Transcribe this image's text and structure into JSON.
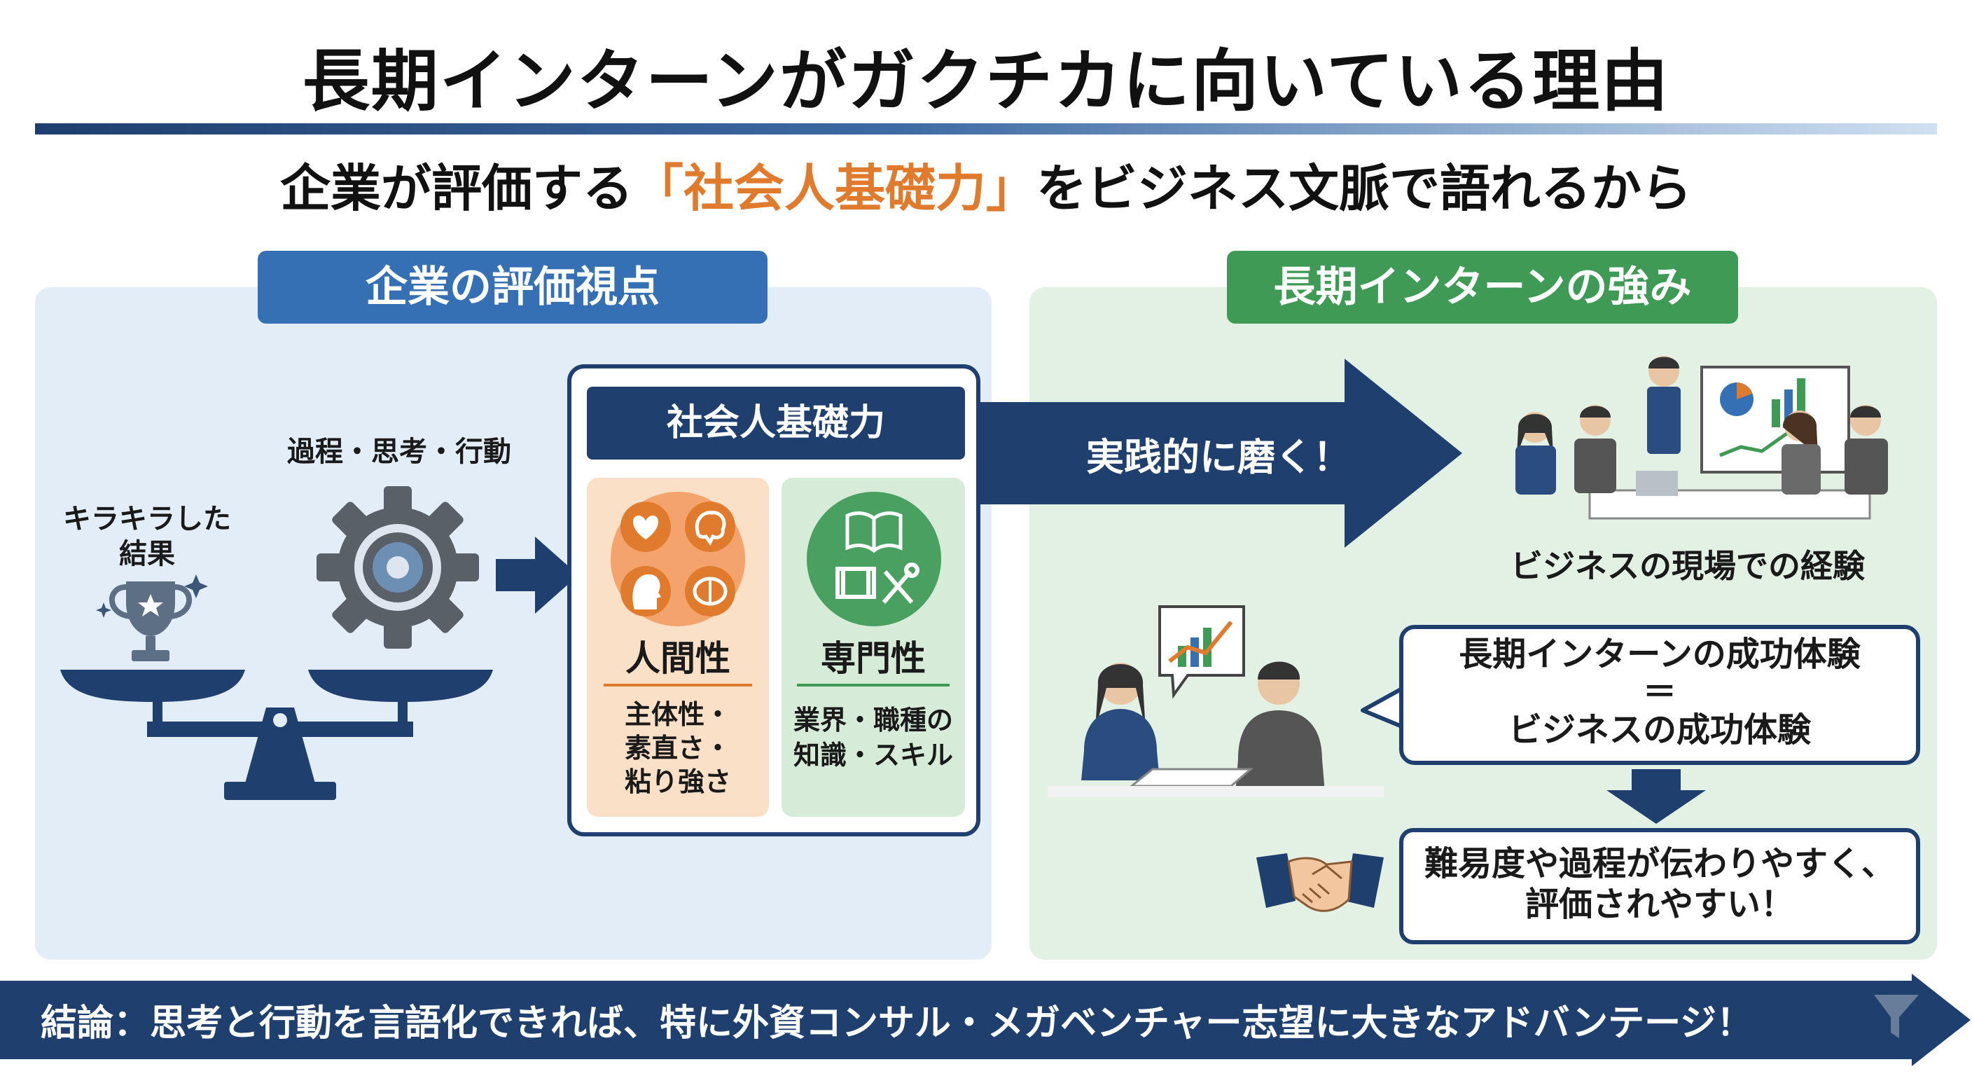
{
  "title": "長期インターンがガクチカに向いている理由",
  "subtitle": {
    "before": "企業が評価する",
    "highlight": "「社会人基礎力」",
    "after": "をビジネス文脈で語れるから"
  },
  "left_panel": {
    "tag": "企業の評価視点",
    "process_label": "過程・思考・行動",
    "result_label_line1": "キラキラした",
    "result_label_line2": "結果"
  },
  "center_box": {
    "title": "社会人基礎力",
    "humanity": {
      "title": "人間性",
      "lines": [
        "主体性・",
        "素直さ・",
        "粘り強さ"
      ]
    },
    "expertise": {
      "title": "専門性",
      "lines": [
        "業界・職種の",
        "知識・スキル"
      ]
    }
  },
  "arrow_label": "実践的に磨く！",
  "right_panel": {
    "tag": "長期インターンの強み",
    "scene_caption": "ビジネスの現場での経験",
    "speech_lines": [
      "長期インターンの成功体験",
      "＝",
      "ビジネスの成功体験"
    ],
    "result_lines": [
      "難易度や過程が伝わりやすく、",
      "評価されやすい！"
    ]
  },
  "conclusion": "結論：思考と行動を言語化できれば、特に外資コンサル・メガベンチャー志望に大きなアドバンテージ！",
  "colors": {
    "navy": "#1f3f6e",
    "blue_tag": "#3570b4",
    "green_tag": "#3f9a56",
    "highlight_orange": "#e07b2e",
    "left_bg": "#e3edf8",
    "right_bg": "#e3f1e5"
  },
  "icons": [
    "trophy-icon",
    "gear-icon",
    "heart-icon",
    "brain-icon",
    "head-icon",
    "book-icon",
    "tools-icon",
    "handshake-icon",
    "chart-icon"
  ]
}
